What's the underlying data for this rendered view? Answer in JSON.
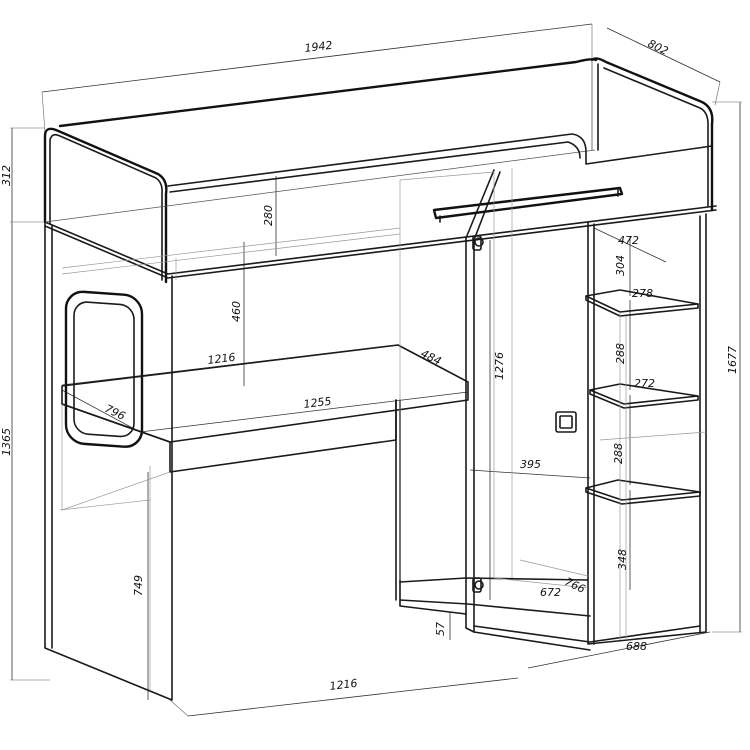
{
  "dimensions": {
    "overall_length": "1942",
    "overall_depth": "802",
    "guard_height": "312",
    "upper_rail_height": "280",
    "lower_clearance": "460",
    "desk_length": "1216",
    "desk_depth": "484",
    "desk_width": "1255",
    "desk_side": "796",
    "total_height_left": "1365",
    "total_height_right": "1677",
    "door_height": "1276",
    "wardrobe_depth": "395",
    "shelf_top_depth": "472",
    "shelf_spacing_1": "304",
    "shelf_1": "278",
    "shelf_spacing_2": "288",
    "shelf_2": "272",
    "shelf_spacing_3": "288",
    "shelf_spacing_4": "348",
    "desk_height": "749",
    "bottom_length": "1216",
    "wardrobe_base_diag": "766",
    "wardrobe_base": "672",
    "plinth": "57",
    "wardrobe_width": "688"
  },
  "colors": {
    "line": "#1a1a1a",
    "hidden_line": "#9a9a9a",
    "background": "#ffffff"
  }
}
